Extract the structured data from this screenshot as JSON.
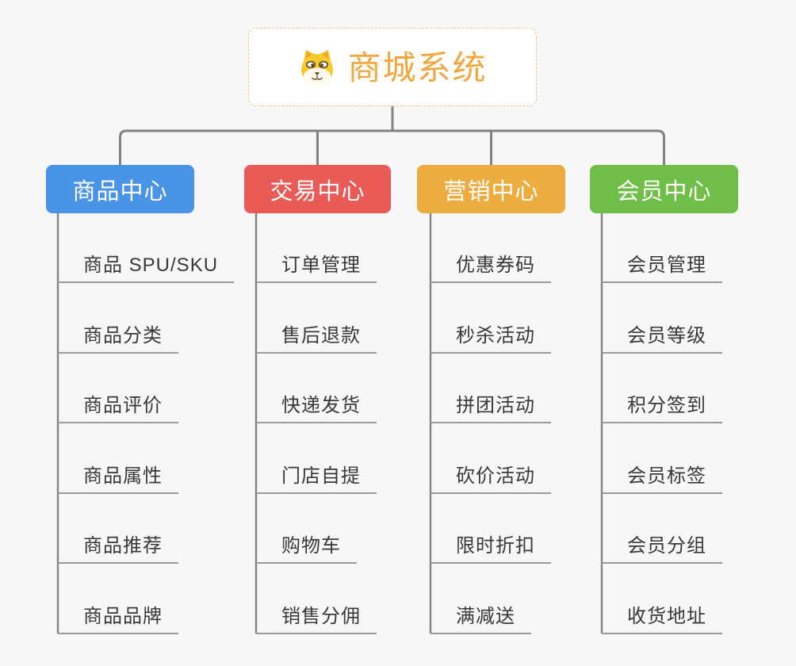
{
  "theme": {
    "bg": "#f7f7f7",
    "connector": "#828282",
    "underline": "#9a9a9a",
    "leaf_text": "#383838",
    "root_text": "#F0A83E",
    "root_border": "#F2C382",
    "header_text": "#ffffff"
  },
  "root": {
    "title": "商城系统",
    "icon": "dog-face-icon"
  },
  "branches": [
    {
      "label": "商品中心",
      "color": "#4A94E8",
      "items": [
        "商品 SPU/SKU",
        "商品分类",
        "商品评价",
        "商品属性",
        "商品推荐",
        "商品品牌"
      ]
    },
    {
      "label": "交易中心",
      "color": "#E85B56",
      "items": [
        "订单管理",
        "售后退款",
        "快递发货",
        "门店自提",
        "购物车",
        "销售分佣"
      ]
    },
    {
      "label": "营销中心",
      "color": "#EDAC40",
      "items": [
        "优惠券码",
        "秒杀活动",
        "拼团活动",
        "砍价活动",
        "限时折扣",
        "满减送"
      ]
    },
    {
      "label": "会员中心",
      "color": "#6FBE47",
      "items": [
        "会员管理",
        "会员等级",
        "积分签到",
        "会员标签",
        "会员分组",
        "收货地址"
      ]
    }
  ]
}
